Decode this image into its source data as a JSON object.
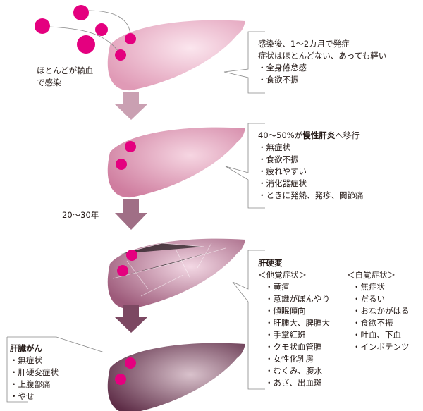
{
  "colors": {
    "dot": "#e4007f",
    "liver1": "#eab3c8",
    "liver2": "#d98aa8",
    "liver3": "#c07a98",
    "liver4": "#6e3a55",
    "arrow1": "#caa0b2",
    "arrow2": "#a06f86",
    "arrow3": "#7c4862",
    "line": "#888888"
  },
  "stage1": {
    "label": [
      "ほとんどが輸血",
      "で感染"
    ],
    "heading": [
      "感染後、1〜2カ月で発症",
      "症状はほとんどない、あっても軽い"
    ],
    "items": [
      "・全身倦怠感",
      "・食欲不振"
    ]
  },
  "stage2": {
    "heading_pre": "40〜50%が",
    "heading_bold": "慢性肝炎",
    "heading_post": "へ移行",
    "items": [
      "・無症状",
      "・食欲不振",
      "・疲れやすい",
      "・消化器症状",
      "・ときに発熱、発疹、関節痛"
    ]
  },
  "interval": "20〜30年",
  "stage3": {
    "heading": "肝硬変",
    "objective_title": "＜他覚症状＞",
    "objective": [
      "・黄疸",
      "・意識がぼんやり",
      "・傾眠傾向",
      "・肝腫大、脾腫大",
      "・手掌紅斑",
      "・クモ状血管腫",
      "・女性化乳房",
      "・むくみ、腹水",
      "・あざ、出血斑"
    ],
    "subjective_title": "＜自覚症状＞",
    "subjective": [
      "・無症状",
      "・だるい",
      "・おなかがはる",
      "・食欲不振",
      "・吐血、下血",
      "・インポテンツ"
    ]
  },
  "stage4": {
    "heading": "肝臓がん",
    "items": [
      "・無症状",
      "・肝硬変症状",
      "・上腹部痛",
      "・やせ"
    ]
  }
}
